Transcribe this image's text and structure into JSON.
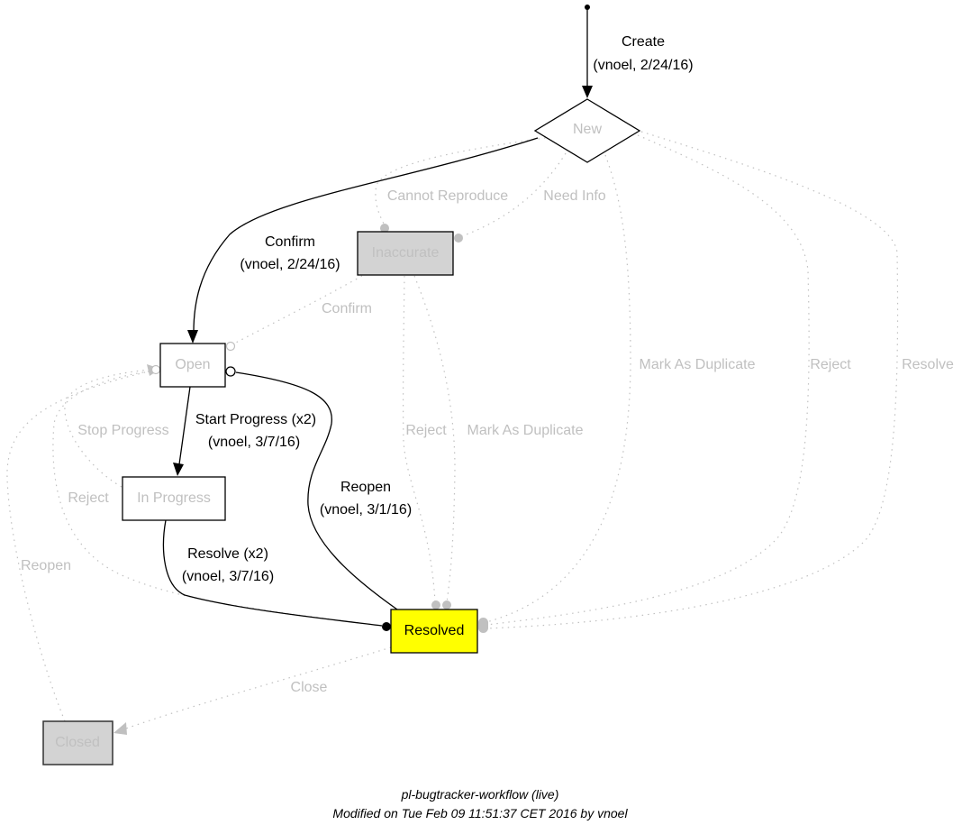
{
  "colors": {
    "active_edge": "#000000",
    "inactive_edge": "#c0c0c0",
    "inactive_label": "#c0c0c0",
    "current_state_fill": "#ffff00",
    "terminal_state_fill": "#d3d3d3",
    "node_border": "#000000"
  },
  "nodes": {
    "new": {
      "label": "New",
      "shape": "diamond"
    },
    "inaccurate": {
      "label": "Inaccurate",
      "shape": "box",
      "style": "filled-gray"
    },
    "open": {
      "label": "Open",
      "shape": "box"
    },
    "in_progress": {
      "label": "In Progress",
      "shape": "box"
    },
    "resolved": {
      "label": "Resolved",
      "shape": "box",
      "style": "current-yellow"
    },
    "closed": {
      "label": "Closed",
      "shape": "box",
      "style": "filled-gray"
    }
  },
  "edges": {
    "create": {
      "from": "start",
      "to": "New",
      "label": "Create",
      "detail": "(vnoel, 2/24/16)",
      "active": true
    },
    "confirm_new": {
      "from": "New",
      "to": "Open",
      "label": "Confirm",
      "detail": "(vnoel, 2/24/16)",
      "active": true
    },
    "cannot_reproduce": {
      "from": "New",
      "to": "Inaccurate",
      "label": "Cannot Reproduce",
      "active": false
    },
    "need_info": {
      "from": "New",
      "to": "Inaccurate",
      "label": "Need Info",
      "active": false
    },
    "confirm_inaccurate": {
      "from": "Inaccurate",
      "to": "Open",
      "label": "Confirm",
      "active": false
    },
    "start_progress": {
      "from": "Open",
      "to": "In Progress",
      "label": "Start Progress (x2)",
      "detail": "(vnoel, 3/7/16)",
      "active": true
    },
    "stop_progress": {
      "from": "In Progress",
      "to": "Open",
      "label": "Stop Progress",
      "active": false
    },
    "reject_resolved": {
      "from": "Resolved",
      "to": "Open",
      "label": "Reject",
      "active": false
    },
    "reopen_closed": {
      "from": "Closed",
      "to": "Open",
      "label": "Reopen",
      "active": false
    },
    "reopen_resolved": {
      "from": "Resolved",
      "to": "Open",
      "label": "Reopen",
      "detail": "(vnoel, 3/1/16)",
      "active": true
    },
    "resolve_progress": {
      "from": "In Progress",
      "to": "Resolved",
      "label": "Resolve (x2)",
      "detail": "(vnoel, 3/7/16)",
      "active": true
    },
    "reject_inaccurate": {
      "from": "Inaccurate",
      "to": "Resolved",
      "label": "Reject",
      "active": false
    },
    "dup_inaccurate": {
      "from": "Inaccurate",
      "to": "Resolved",
      "label": "Mark As Duplicate",
      "active": false
    },
    "dup_new": {
      "from": "New",
      "to": "Resolved",
      "label": "Mark As Duplicate",
      "active": false
    },
    "reject_new": {
      "from": "New",
      "to": "Resolved",
      "label": "Reject",
      "active": false
    },
    "resolve_new": {
      "from": "New",
      "to": "Resolved",
      "label": "Resolve",
      "active": false
    },
    "close": {
      "from": "Resolved",
      "to": "Closed",
      "label": "Close",
      "active": false
    }
  },
  "footer": {
    "title": "pl-bugtracker-workflow (live)",
    "modified": "Modified on Tue Feb 09 11:51:37 CET 2016 by vnoel"
  }
}
